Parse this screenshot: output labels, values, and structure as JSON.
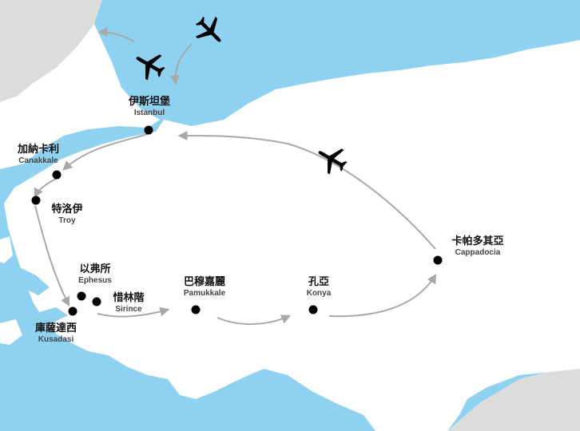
{
  "map": {
    "colors": {
      "sea": "#8fd1f1",
      "land": "#ffffff",
      "neighbor": "#dcdcdc",
      "route": "#a8a8a8",
      "dot": "#000000"
    },
    "cities": [
      {
        "id": "istanbul",
        "zh": "伊斯坦堡",
        "en": "Istanbul"
      },
      {
        "id": "canakkale",
        "zh": "加納卡利",
        "en": "Canakkale"
      },
      {
        "id": "troy",
        "zh": "特洛伊",
        "en": "Troy"
      },
      {
        "id": "ephesus",
        "zh": "以弗所",
        "en": "Ephesus"
      },
      {
        "id": "sirince",
        "zh": "惜林階",
        "en": "Sirince"
      },
      {
        "id": "kusadasi",
        "zh": "庫薩達西",
        "en": "Kusadasi"
      },
      {
        "id": "pamukkale",
        "zh": "巴穆嘉麗",
        "en": "Pamukkale"
      },
      {
        "id": "konya",
        "zh": "孔亞",
        "en": "Konya"
      },
      {
        "id": "cappadocia",
        "zh": "卡帕多其亞",
        "en": "Cappadocia"
      }
    ],
    "icons": [
      "airplane-icon",
      "airplane-icon",
      "airplane-icon"
    ]
  }
}
